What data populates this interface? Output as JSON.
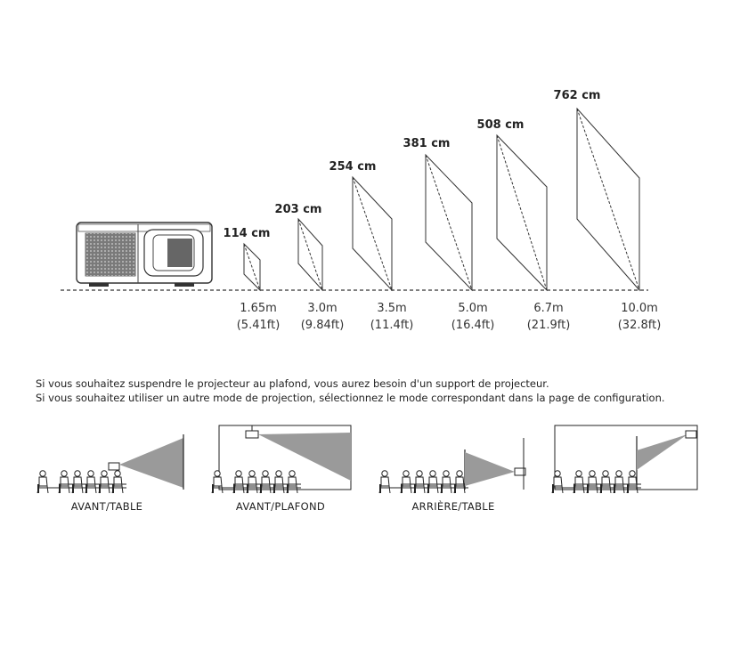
{
  "sizes": [
    {
      "screen": "114 cm",
      "distance": "1.65m",
      "distance_ft": "(5.41ft)"
    },
    {
      "screen": "203 cm",
      "distance": "3.0m",
      "distance_ft": "(9.84ft)"
    },
    {
      "screen": "254 cm",
      "distance": "3.5m",
      "distance_ft": "(11.4ft)"
    },
    {
      "screen": "381 cm",
      "distance": "5.0m",
      "distance_ft": "(16.4ft)"
    },
    {
      "screen": "508 cm",
      "distance": "6.7m",
      "distance_ft": "(21.9ft)"
    },
    {
      "screen": "762 cm",
      "distance": "10.0m",
      "distance_ft": "(32.8ft)"
    }
  ],
  "info": {
    "line1": "Si vous souhaitez suspendre le projecteur au plafond, vous aurez besoin d'un support de projecteur.",
    "line2": "Si vous souhaitez utiliser un autre mode de projection, sélectionnez le mode correspondant dans la page de configuration."
  },
  "modes": [
    {
      "label": "AVANT/TABLE"
    },
    {
      "label": "AVANT/PLAFOND"
    },
    {
      "label": "ARRIÈRE/TABLE"
    },
    {
      "label": ""
    }
  ]
}
